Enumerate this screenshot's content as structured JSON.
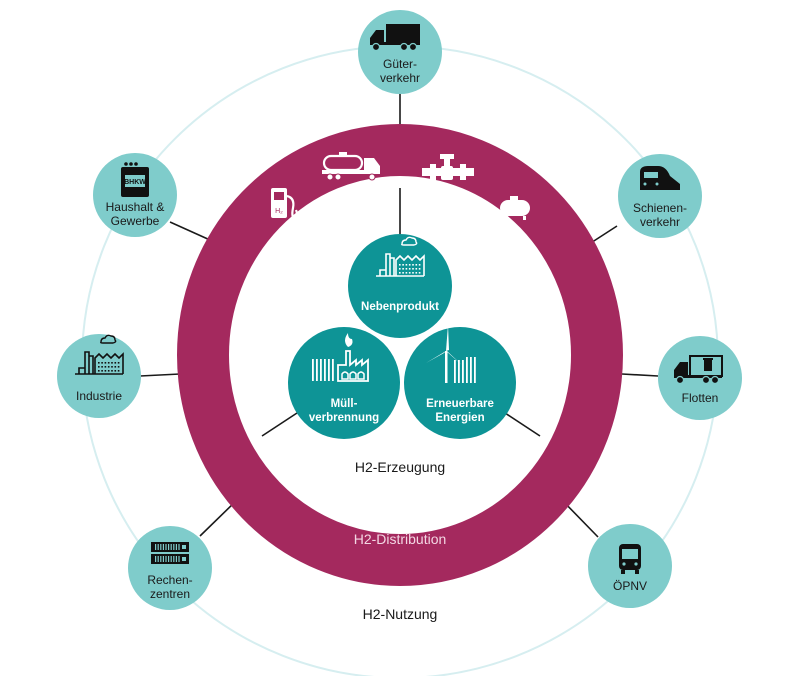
{
  "title": "Wasserstoff-Kreislauf",
  "colors": {
    "distribution_ring": "#A4295E",
    "usage_circle": "#7FCCCB",
    "production_circle": "#0E9496",
    "outer_ring": "#D6EEF0",
    "connector": "#1a1a1a",
    "icon_dark": "#111111",
    "icon_light": "#ffffff"
  },
  "labels": {
    "production": "H2-Erzeugung",
    "distribution": "H2-Distribution",
    "usage": "H2-Nutzung"
  },
  "production_nodes": [
    {
      "id": "nebenprodukt",
      "lines": [
        "Nebenprodukt"
      ],
      "icon": "factory-icon"
    },
    {
      "id": "muellverbrennung",
      "lines": [
        "Müll-",
        "verbrennung"
      ],
      "icon": "incinerator-icon"
    },
    {
      "id": "erneuerbare",
      "lines": [
        "Erneuerbare",
        "Energien"
      ],
      "icon": "wind-turbine-icon"
    }
  ],
  "distribution_icons": [
    {
      "id": "fuel-pump",
      "icon": "h2-fuel-pump-icon",
      "text": "H₂"
    },
    {
      "id": "tanker",
      "icon": "tanker-truck-icon"
    },
    {
      "id": "pipeline",
      "icon": "pipeline-valve-icon"
    },
    {
      "id": "tank",
      "icon": "storage-tank-icon"
    }
  ],
  "usage_nodes": [
    {
      "id": "gueterverkehr",
      "lines": [
        "Güter-",
        "verkehr"
      ],
      "icon": "truck-icon"
    },
    {
      "id": "schienenverkehr",
      "lines": [
        "Schienen-",
        "verkehr"
      ],
      "icon": "train-icon"
    },
    {
      "id": "flotten",
      "lines": [
        "Flotten"
      ],
      "icon": "garbage-truck-icon"
    },
    {
      "id": "oepnv",
      "lines": [
        "ÖPNV"
      ],
      "icon": "bus-icon"
    },
    {
      "id": "rechenzentren",
      "lines": [
        "Rechen-",
        "zentren"
      ],
      "icon": "server-rack-icon"
    },
    {
      "id": "industrie",
      "lines": [
        "Industrie"
      ],
      "icon": "factory-icon"
    },
    {
      "id": "haushalt",
      "lines": [
        "Haushalt &",
        "Gewerbe"
      ],
      "icon": "chp-unit-icon",
      "icon_text": "BHKW"
    }
  ]
}
